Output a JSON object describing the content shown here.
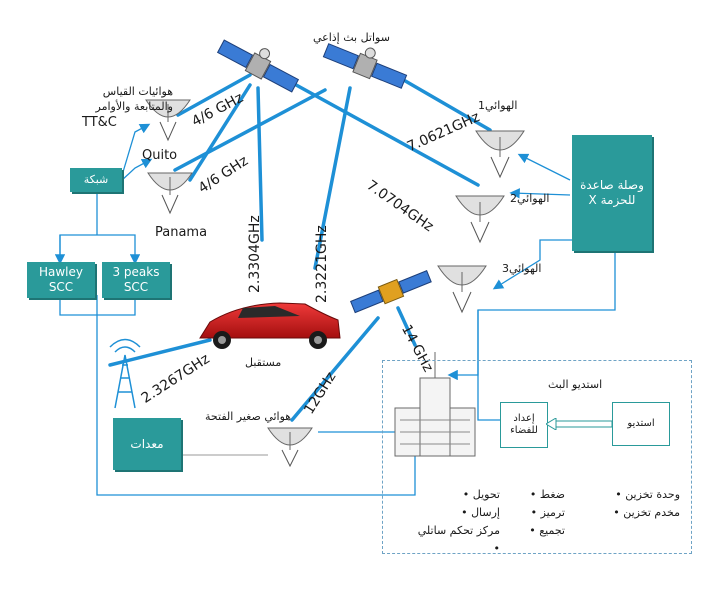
{
  "labels": {
    "broadcast_satellites": "سواتل بث إذاعي",
    "ttc_antennas_line1": "هوائيات القياس",
    "ttc_antennas_line2": "والمتابعة والأوامر",
    "ttc": "TT&C",
    "quito": "Quito",
    "panama": "Panama",
    "network": "شبكة",
    "hawley_scc": "Hawley SCC",
    "peaks_scc": "3 peaks SCC",
    "antenna1": "الهوائي1",
    "antenna2": "الهوائي2",
    "antenna3": "الهوائي3",
    "uplink_unit": "وصلة صاعدة للحزمة X",
    "receiver": "مستقبل",
    "equipment": "معدات",
    "small_dish": "هوائي صغير الفتحة",
    "studio": "استديو البث",
    "space_prep": "إعداد للفضاء",
    "studio_box": "استديو"
  },
  "frequencies": {
    "f_46_a": "4/6 GHz",
    "f_46_b": "4/6 GHz",
    "f_70621": "7.0621GHz",
    "f_70704": "7.0704GHz",
    "f_23304": "2.3304GHz",
    "f_23221": "2.3221GHz",
    "f_23267": "2.3267GHz",
    "f_14": "14 GHz",
    "f_12": "12GHz"
  },
  "studio_functions": {
    "col_right": [
      "وحدة تخزين",
      "مخدم تخزين"
    ],
    "col_mid": [
      "ضغط",
      "ترميز",
      "تجميع"
    ],
    "col_left": [
      "تحويل",
      "إرسال",
      "مركز تحكم ساتلي"
    ]
  },
  "colors": {
    "teal": "#2a9a9a",
    "link_blue": "#1e90d6",
    "car_red": "#d41f1f"
  }
}
